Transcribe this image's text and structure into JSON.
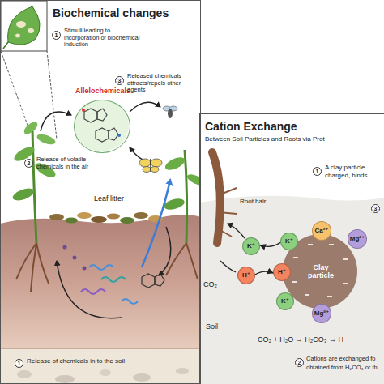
{
  "diagram": {
    "nodes": [
      {
        "text": [
          "Biochemical changes"
        ]
      },
      {
        "text": [
          "Allelochemicals"
        ],
        "in": 0
      },
      {
        "text": [
          "Cation Exchange",
          "Between Soil Particles and Roots via Prot"
        ]
      },
      {
        "text": [
          "K⁺"
        ],
        "in": 2
      },
      {
        "text": [
          "H⁺"
        ],
        "in": 2
      },
      {
        "text": [
          "Clay particle"
        ],
        "in": 2
      },
      {
        "text": [
          "H⁺"
        ],
        "in": 2
      },
      {
        "text": [
          "K⁺"
        ],
        "in": 2
      },
      {
        "text": [
          "Ca²⁺"
        ],
        "in": 2
      },
      {
        "text": [
          "Mg²⁺"
        ],
        "in": 2
      },
      {
        "text": [
          "K⁺"
        ],
        "in": 2
      },
      {
        "text": [
          "Mg²⁺"
        ],
        "in": 2
      }
    ],
    "edges": [
      {
        "from": 7,
        "to": 3,
        "arrow": "to"
      },
      {
        "from": 4,
        "to": 6,
        "arrow": "to"
      }
    ],
    "labels": [
      "1",
      "Stimuli leading to incorporation of biochemical induction",
      "3",
      "Released chemicals attracts/repels other agents",
      "2",
      "Release of volatile chemicals in the air",
      "Leaf litter",
      "1",
      "Release of chemicals in to the soil",
      "Root hair",
      "CO₂",
      "1",
      "A clay particle",
      "charged, binds",
      "3",
      "Soil",
      "CO₂ + H₂O → H₂CO₃ → H",
      "2",
      "Cations are exchanged fo",
      "obtained from H₂CO₃ or th"
    ]
  }
}
